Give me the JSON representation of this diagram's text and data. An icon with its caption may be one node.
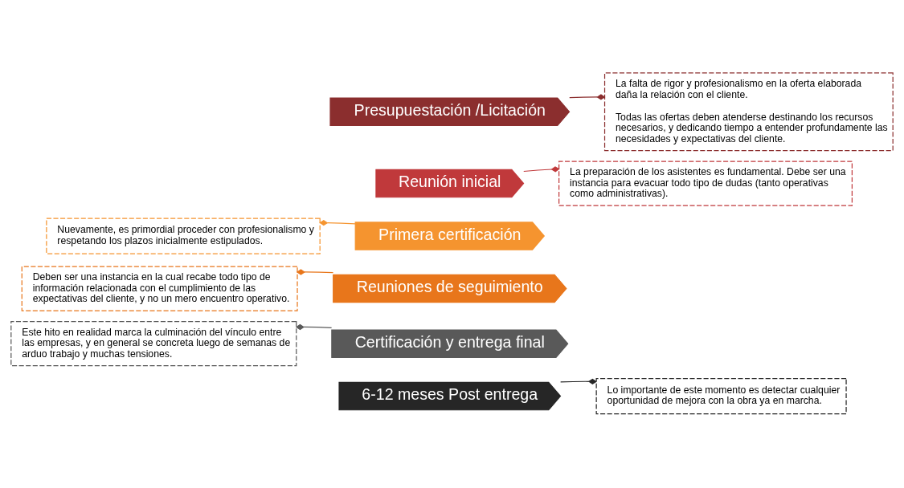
{
  "diagram": {
    "nodes": [
      {
        "text": [
          "Presupuestación /Licitación"
        ]
      },
      {
        "text": [
          "La falta de rigor y profesionalismo en la oferta elaborada daña la relación con el cliente.",
          "Todas las ofertas deben atenderse destinando los recursos necesarios, y dedicando tiempo a entender profundamente las necesidades y expectativas del cliente."
        ]
      },
      {
        "text": [
          "Reunión inicial"
        ]
      },
      {
        "text": [
          "La preparación de los asistentes es fundamental. Debe ser una instancia para evacuar todo tipo de dudas (tanto operativas como administrativas)."
        ]
      },
      {
        "text": [
          "Nuevamente, es primordial proceder con profesionalismo y respetando los plazos inicialmente estipulados."
        ]
      },
      {
        "text": [
          "Primera certificación"
        ]
      },
      {
        "text": [
          "Deben ser una instancia en la cual recabe todo tipo de información relacionada con el cumplimiento de las expectativas del cliente, y no un mero encuentro operativo."
        ]
      },
      {
        "text": [
          "Reuniones de seguimiento"
        ]
      },
      {
        "text": [
          "Este hito en realidad marca la culminación del vínculo entre las empresas, y en general se concreta luego de semanas de arduo trabajo y muchas tensiones."
        ]
      },
      {
        "text": [
          "Certificación y entrega final"
        ]
      },
      {
        "text": [
          "Lo importante de este momento es detectar cualquier oportunidad de mejora con la obra ya en marcha."
        ]
      },
      {
        "text": [
          "6-12 meses Post entrega"
        ]
      }
    ],
    "edges": [
      {
        "from": 0,
        "to": 1,
        "arrow": "other",
        "color": "#8b2e2e"
      },
      {
        "from": 2,
        "to": 3,
        "arrow": "other",
        "color": "#c0393b"
      },
      {
        "from": 5,
        "to": 4,
        "arrow": "other",
        "color": "#f5942f"
      },
      {
        "from": 7,
        "to": 6,
        "arrow": "other",
        "color": "#e8761b"
      },
      {
        "from": 9,
        "to": 8,
        "arrow": "other",
        "color": "#595959"
      },
      {
        "from": 11,
        "to": 10,
        "arrow": "other",
        "color": "#262626"
      }
    ]
  }
}
